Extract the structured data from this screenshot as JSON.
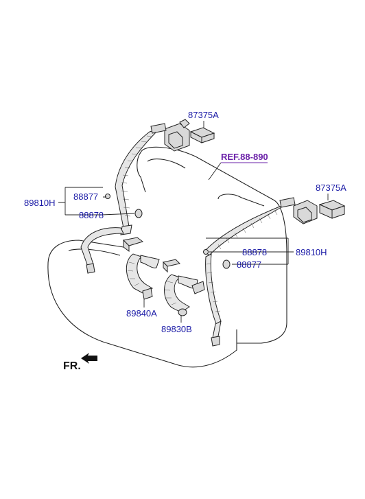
{
  "labels": {
    "p87375a_left": "87375A",
    "p87375a_right": "87375A",
    "ref": "REF.88-890",
    "p89810h_left": "89810H",
    "p88877_left": "88877",
    "p88878_left": "88878",
    "p88878_right": "88878",
    "p89810h_right": "89810H",
    "p88877_right": "88877",
    "p89840a": "89840A",
    "p89830b": "89830B",
    "fr": "FR."
  },
  "colors": {
    "part_number": "#1a1aa6",
    "reference": "#6a1fa8",
    "line": "#222222"
  }
}
